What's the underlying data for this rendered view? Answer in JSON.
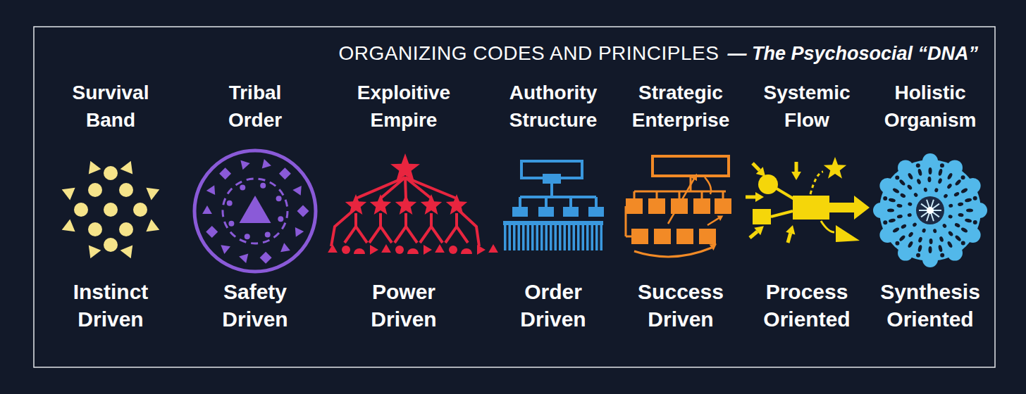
{
  "diagram": {
    "title": "ORGANIZING CODES AND PRINCIPLES",
    "nodes": [
      {
        "text": [
          "Survival Band",
          "Instinct Driven"
        ]
      },
      {
        "text": [
          "Tribal Order",
          "Safety Driven"
        ]
      },
      {
        "text": [
          "Exploitive Empire",
          "Power Driven"
        ]
      },
      {
        "text": [
          "Authority Structure",
          "Order Driven"
        ]
      },
      {
        "text": [
          "Strategic Enterprise",
          "Success Driven"
        ]
      },
      {
        "text": [
          "Systemic Flow",
          "Process Oriented"
        ]
      },
      {
        "text": [
          "Holistic Organism",
          "Synthesis Oriented"
        ]
      }
    ],
    "labels": [
      "— The Psychosocial “DNA”"
    ]
  }
}
